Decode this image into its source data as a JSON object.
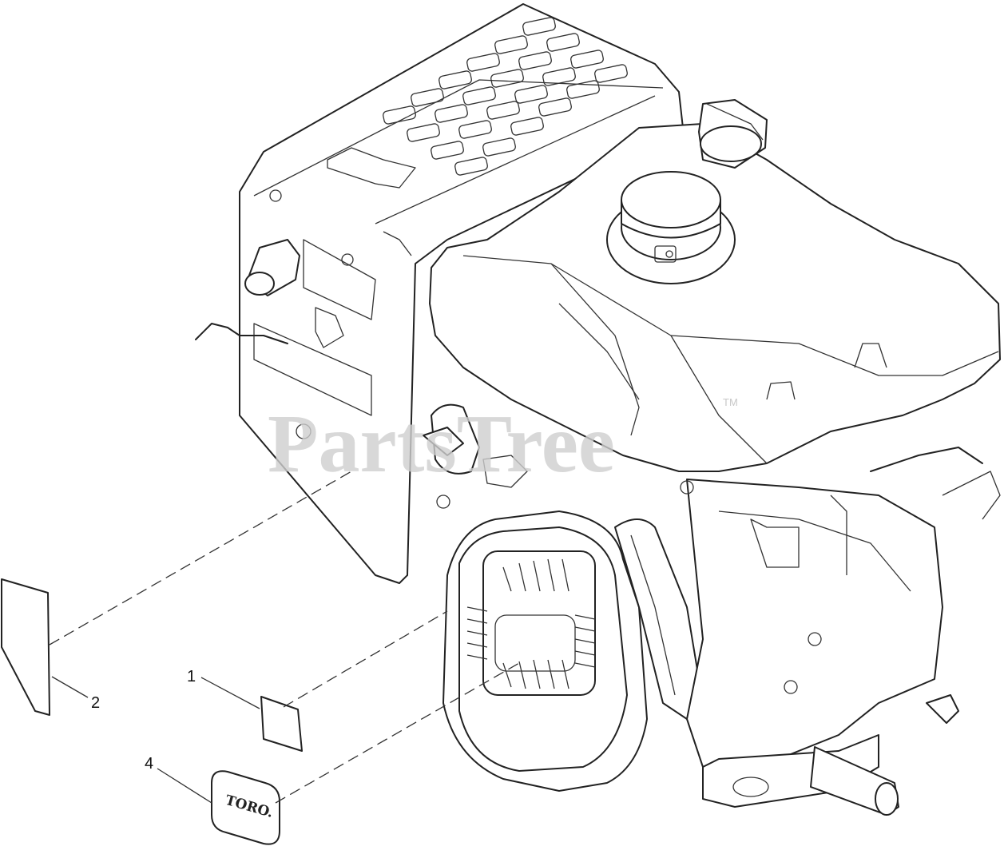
{
  "diagram": {
    "watermark": "PartsTree",
    "watermark_tm": "TM",
    "logo_text": "TORO.",
    "callouts": [
      {
        "id": "1",
        "label": "1"
      },
      {
        "id": "2",
        "label": "2"
      },
      {
        "id": "4",
        "label": "4"
      }
    ]
  }
}
